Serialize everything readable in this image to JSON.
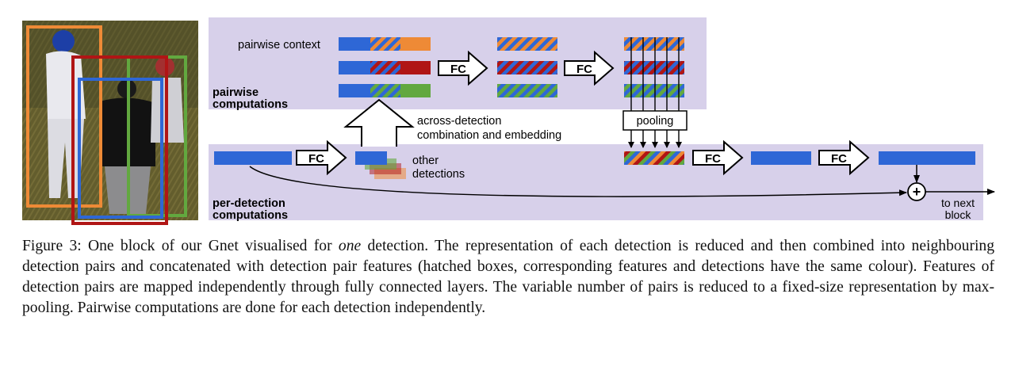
{
  "diagram": {
    "pairwise_context_label": "pairwise context",
    "pairwise_region_label_line1": "pairwise",
    "pairwise_region_label_line2": "computations",
    "per_detection_region_label_line1": "per-detection",
    "per_detection_region_label_line2": "computations",
    "fc_label": "FC",
    "pooling_label": "pooling",
    "across_detection_label_line1": "across-detection",
    "across_detection_label_line2": "combination and embedding",
    "other_detections_label_line1": "other",
    "other_detections_label_line2": "detections",
    "to_next_block_line1": "to next",
    "to_next_block_line2": "block",
    "plus_symbol": "+",
    "colors": {
      "region_fill": "#d7d0ea",
      "detection_blue": "#2e67d6",
      "orange": "#ee8a36",
      "red": "#b01515",
      "green": "#62a83f"
    }
  },
  "caption": {
    "label": "Figure 3:",
    "part1": "One block of our Gnet visualised for",
    "emphasis": "one",
    "part2": "detection.  The representation of each detection is reduced and then combined into neighbouring detection pairs and concatenated with detection pair features (hatched boxes, corresponding features and detections have the same colour). Features of detection pairs are mapped independently through fully connected layers.  The variable number of pairs is reduced to a fixed-size representation by max-pooling.  Pairwise computations are done for each detection independently."
  }
}
